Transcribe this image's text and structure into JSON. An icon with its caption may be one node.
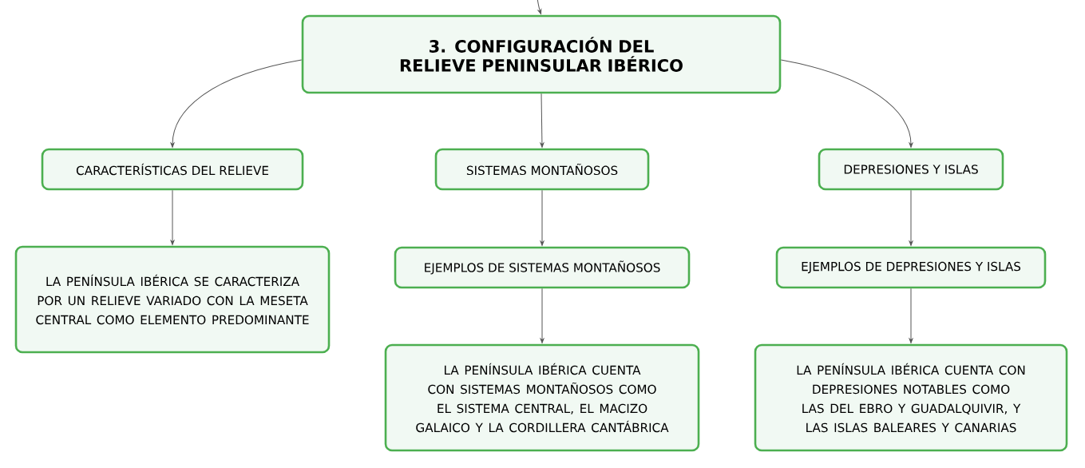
{
  "diagram": {
    "nodes": [
      {
        "text": [
          "3. CONFIGURACIÓN DEL RELIEVE PENINSULAR IBÉRICO"
        ]
      },
      {
        "text": [
          "CARACTERÍSTICAS DEL RELIEVE"
        ]
      },
      {
        "text": [
          "SISTEMAS MONTAÑOSOS"
        ]
      },
      {
        "text": [
          "DEPRESIONES Y ISLAS"
        ]
      },
      {
        "text": [
          "LA PENÍNSULA IBÉRICA SE CARACTERIZA POR UN RELIEVE VARIADO CON LA MESETA CENTRAL COMO ELEMENTO PREDOMINANTE"
        ]
      },
      {
        "text": [
          "EJEMPLOS DE SISTEMAS MONTAÑOSOS"
        ]
      },
      {
        "text": [
          "EJEMPLOS DE DEPRESIONES Y ISLAS"
        ]
      },
      {
        "text": [
          "LA PENÍNSULA IBÉRICA CUENTA CON SISTEMAS MONTAÑOSOS COMO EL SISTEMA CENTRAL, EL MACIZO GALAICO Y LA CORDILLERA CANTÁBRICA"
        ]
      },
      {
        "text": [
          "LA PENÍNSULA IBÉRICA CUENTA CON DEPRESIONES NOTABLES COMO LAS DEL EBRO Y GUADALQUIVIR, Y LAS ISLAS BALEARES Y CANARIAS"
        ]
      }
    ],
    "edges": [
      {
        "from": null,
        "to": 0,
        "arrow": "to"
      },
      {
        "from": 0,
        "to": 1,
        "arrow": "to"
      },
      {
        "from": 0,
        "to": 2,
        "arrow": "to"
      },
      {
        "from": 0,
        "to": 3,
        "arrow": "to"
      },
      {
        "from": 1,
        "to": 4,
        "arrow": "to"
      },
      {
        "from": 2,
        "to": 5,
        "arrow": "to"
      },
      {
        "from": 5,
        "to": 7,
        "arrow": "to"
      },
      {
        "from": 3,
        "to": 6,
        "arrow": "to"
      },
      {
        "from": 6,
        "to": 8,
        "arrow": "to"
      }
    ]
  }
}
